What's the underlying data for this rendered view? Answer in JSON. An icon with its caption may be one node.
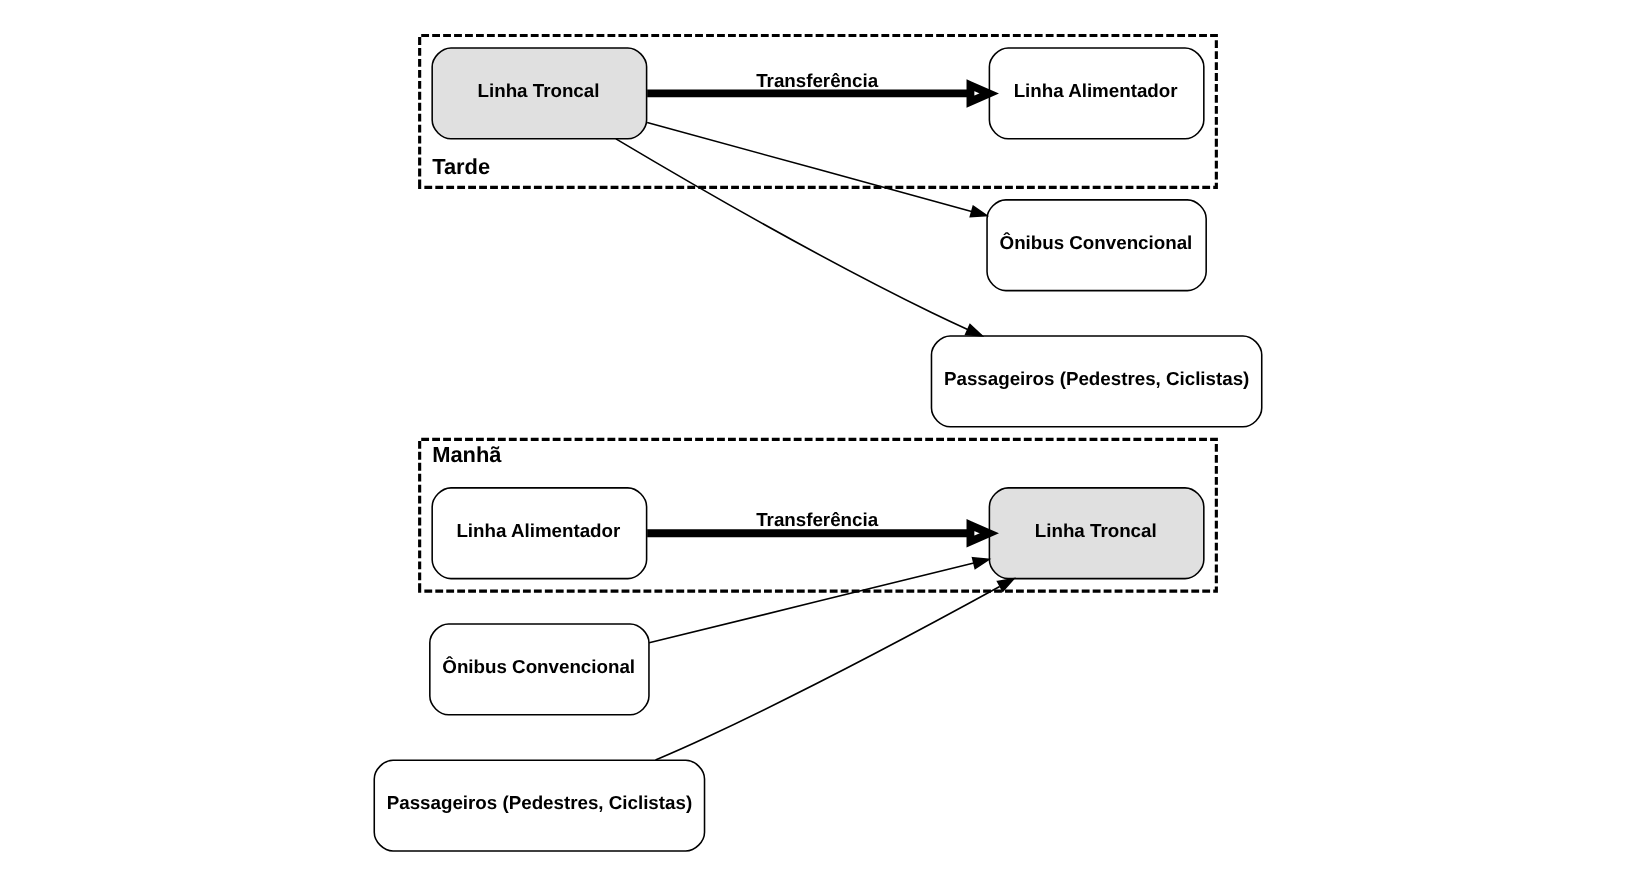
{
  "diagram": {
    "nodes": [
      {
        "text": [
          "Manhã"
        ]
      },
      {
        "text": [
          "Linha Alimentador"
        ],
        "in": 0
      },
      {
        "text": [
          "Linha Troncal"
        ],
        "in": 0
      },
      {
        "text": [
          "Ônibus Convencional"
        ]
      },
      {
        "text": [
          "Passageiros (Pedestres, Ciclistas)"
        ]
      },
      {
        "text": [
          "Tarde"
        ]
      },
      {
        "text": [
          "Linha Alimentador"
        ],
        "in": 5
      },
      {
        "text": [
          "Linha Troncal"
        ],
        "in": 5
      },
      {
        "text": [
          "Ônibus Convencional"
        ]
      },
      {
        "text": [
          "Passageiros (Pedestres, Ciclistas)"
        ]
      }
    ],
    "edges": [
      {
        "from": 1,
        "to": 2,
        "arrow": "to",
        "label": "Transferência",
        "style": "thick"
      },
      {
        "from": 3,
        "to": 2,
        "arrow": "to"
      },
      {
        "from": 4,
        "to": 2,
        "arrow": "to"
      },
      {
        "from": 7,
        "to": 6,
        "arrow": "to",
        "label": "Transferência",
        "style": "thick"
      },
      {
        "from": 7,
        "to": 8,
        "arrow": "to"
      },
      {
        "from": 7,
        "to": 9,
        "arrow": "to"
      }
    ]
  }
}
